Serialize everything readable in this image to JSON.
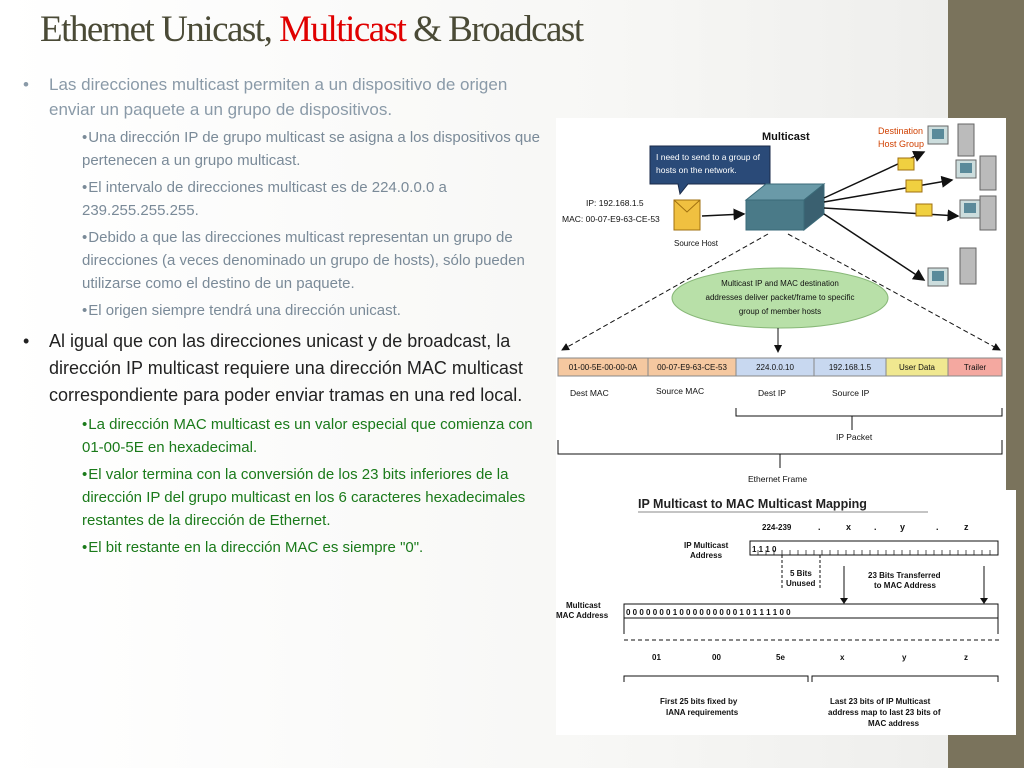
{
  "slide": {
    "title": {
      "part1": "Ethernet Unicast, ",
      "highlight": "Multicast",
      "part2": " & Broadcast"
    },
    "colors": {
      "sidebar": "#7a735c",
      "title_highlight": "#e00000",
      "green_text": "#1a7a1a"
    },
    "bullets": [
      {
        "text": "Las direcciones multicast  permiten a un dispositivo de origen enviar un paquete a un grupo de dispositivos.",
        "sub": [
          "Una dirección IP de grupo multicast se asigna a los dispositivos que pertenecen a un grupo multicast.",
          "El intervalo de direcciones multicast es de 224.0.0.0 a 239.255.255.255.",
          "Debido a que las direcciones multicast representan un grupo de direcciones (a veces denominado un grupo de hosts), sólo pueden utilizarse como el destino de un paquete.",
          "El origen siempre tendrá una dirección unicast."
        ]
      },
      {
        "text": "Al igual que con las direcciones unicast y de broadcast, la dirección IP multicast requiere una dirección MAC multicast correspondiente para poder enviar tramas en una red local.",
        "sub": [
          "La dirección MAC multicast es un valor especial que comienza con 01-00-5E en hexadecimal.",
          "El valor termina con la conversión de los 23 bits inferiores de la dirección IP del grupo multicast en los 6 caracteres hexadecimales restantes de la dirección de Ethernet.",
          "El bit restante en la dirección MAC es siempre \"0\"."
        ]
      }
    ]
  },
  "diagram_multicast": {
    "title": "Multicast",
    "callout": "I need to send to a group of hosts on the network.",
    "ip": "IP: 192.168.1.5",
    "mac": "MAC: 00-07-E9-63-CE-53",
    "source_host": "Source Host",
    "destination_group": "Destination Host Group",
    "ellipse_text": [
      "Multicast IP and MAC destination",
      "addresses deliver packet/frame to specific",
      "group of member hosts"
    ],
    "frame_fields": [
      "01-00-5E-00-00-0A",
      "00-07-E9-63-CE-53",
      "224.0.0.10",
      "192.168.1.5",
      "User Data",
      "Trailer"
    ],
    "frame_labels": [
      "Dest MAC",
      "Source MAC",
      "Dest IP",
      "Source IP"
    ],
    "ip_packet": "IP Packet",
    "ethernet_frame": "Ethernet Frame"
  },
  "diagram_mapping": {
    "title": "IP Multicast to MAC Multicast Mapping",
    "top_range": "224-239",
    "top_vars": [
      ".",
      "x",
      ".",
      "y",
      ".",
      "z"
    ],
    "ip_label": "IP Multicast Address",
    "ip_bits": "1 1 1 0",
    "unused": "5 Bits Unused",
    "transferred": "23 Bits Transferred to MAC Address",
    "mac_label": "Multicast MAC Address",
    "mac_bits": "0 0 0 0 0 0 0 1 0 0 0 0 0 0 0 0 0 1 0 1 1 1 1 0 0",
    "hex_groups": [
      "01",
      "00",
      "5e",
      "x",
      "y",
      "z"
    ],
    "note_left": "First 25 bits fixed by IANA requirements",
    "note_right": "Last 23 bits of IP Multicast address map to last 23 bits of MAC address"
  }
}
